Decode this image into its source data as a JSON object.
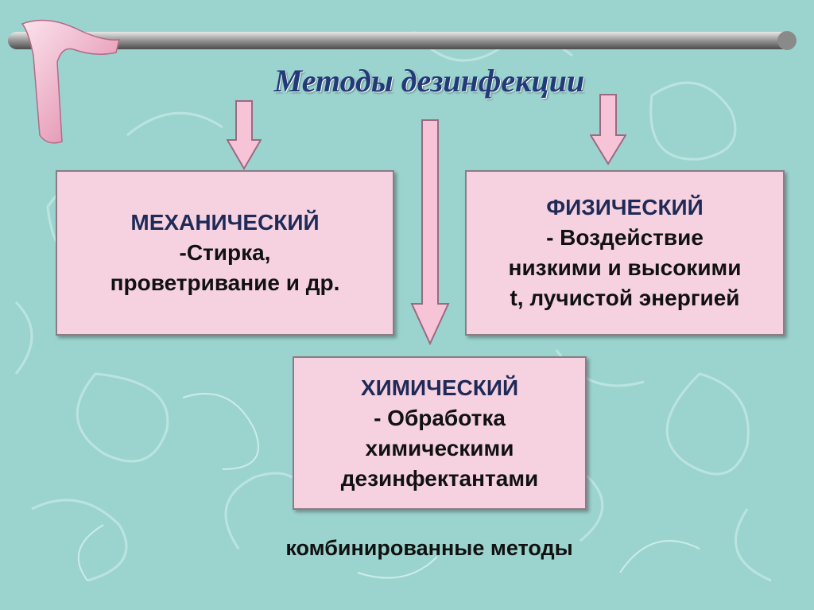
{
  "title": "Методы дезинфекции",
  "mechanical": {
    "heading": "МЕХАНИЧЕСКИЙ",
    "lines": [
      "-Стирка,",
      "проветривание и др."
    ]
  },
  "physical": {
    "heading": "ФИЗИЧЕСКИЙ",
    "lines": [
      "- Воздействие",
      "низкими и высокими",
      "t, лучистой энергией"
    ]
  },
  "chemical": {
    "heading": "ХИМИЧЕСКИЙ",
    "lines": [
      "- Обработка",
      "химическими",
      "дезинфектантами"
    ]
  },
  "footer": "комбинированные методы",
  "colors": {
    "background": "#9bd4cf",
    "box_fill": "#f6d2e0",
    "title": "#223a7a",
    "arrow_fill": "#f6c4d6"
  }
}
